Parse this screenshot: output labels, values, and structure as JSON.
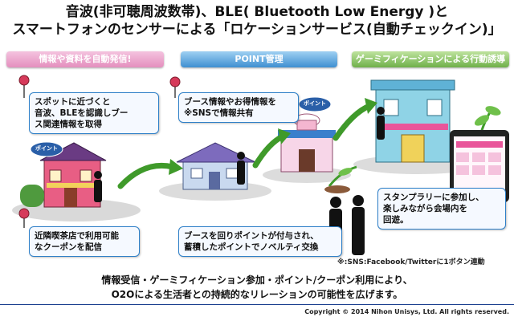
{
  "title": {
    "line1": "音波(非可聴周波数帯)、BLE( Bluetooth Low Energy )と",
    "line2": "スマートフォンのセンサーによる「ロケーションサービス(自動チェックイン)」"
  },
  "bands": {
    "left": "情報や資料を自動発信!",
    "center": "POINT管理",
    "right": "ゲーミフィケーションによる行動誘導"
  },
  "callouts": {
    "spot": [
      "スポットに近づくと",
      "音波、BLEを認識しブー",
      "ス関連情報を取得"
    ],
    "booth_info": [
      "ブース情報やお得情報を",
      "※SNSで情報共有"
    ],
    "cafe": [
      "近隣喫茶店で利用可能",
      "なクーポンを配信"
    ],
    "points": [
      "ブースを回りポイントが付与され、",
      "蓄積したポイントでノベルティ交換"
    ],
    "stamp": [
      "スタンプラリーに参加し、",
      "楽しみながら会場内を",
      "回遊。"
    ]
  },
  "badge_label": "ポイント",
  "note": "※:SNS:Facebook/Twitterに1ボタン連動",
  "footer": {
    "line1": "情報受信・ゲーミフィケーション参加・ポイント/クーポン利用により、",
    "line2": "O2Oによる生活者との持続的なリレーションの可能性を広げます。"
  },
  "copyright": "Copyright © 2014 Nihon Unisys, Ltd. All rights reserved.",
  "colors": {
    "accent_blue": "#2d7fc8",
    "arrow_green": "#3f9a2a",
    "pin_red": "#d63a5a",
    "band_pink": "#e48fbe",
    "band_blue": "#3f8fd1",
    "band_green": "#6fb04a"
  },
  "icons": [
    "location-pin-icon",
    "point-badge-icon",
    "flow-arrow-icon",
    "smartphone-icon"
  ]
}
